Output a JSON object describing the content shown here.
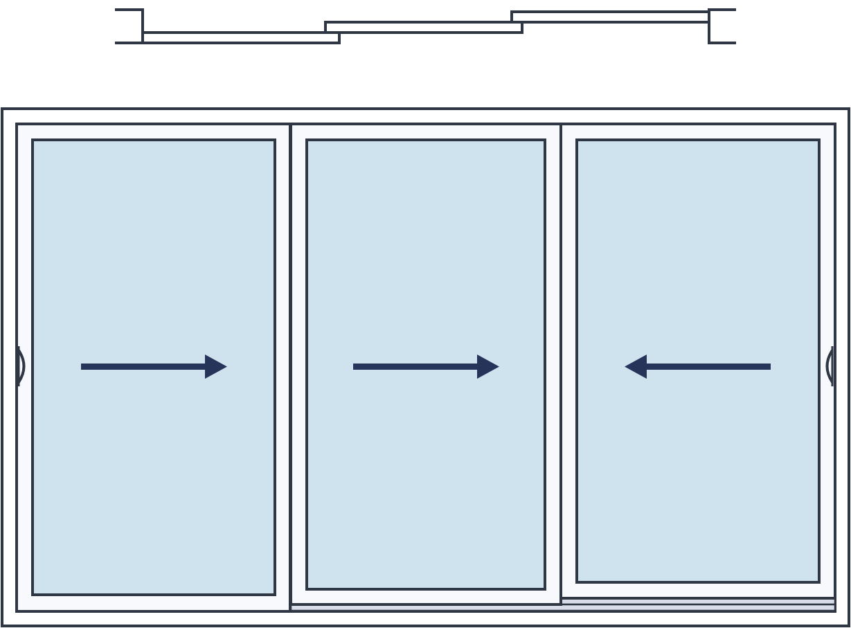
{
  "diagram": {
    "kind": "sliding-door-elevation",
    "panel_count": 3,
    "panels": [
      {
        "id": "left",
        "slide_direction": "right",
        "handle_side": "left"
      },
      {
        "id": "center",
        "slide_direction": "right",
        "handle_side": "none"
      },
      {
        "id": "right",
        "slide_direction": "left",
        "handle_side": "right"
      }
    ],
    "colors": {
      "stroke": "#2f3644",
      "glass": "#cfe3ef",
      "frame_fill": "#f7f9fd",
      "arrow": "#26345a",
      "track": "#d8dde9",
      "background": "#ffffff"
    }
  }
}
